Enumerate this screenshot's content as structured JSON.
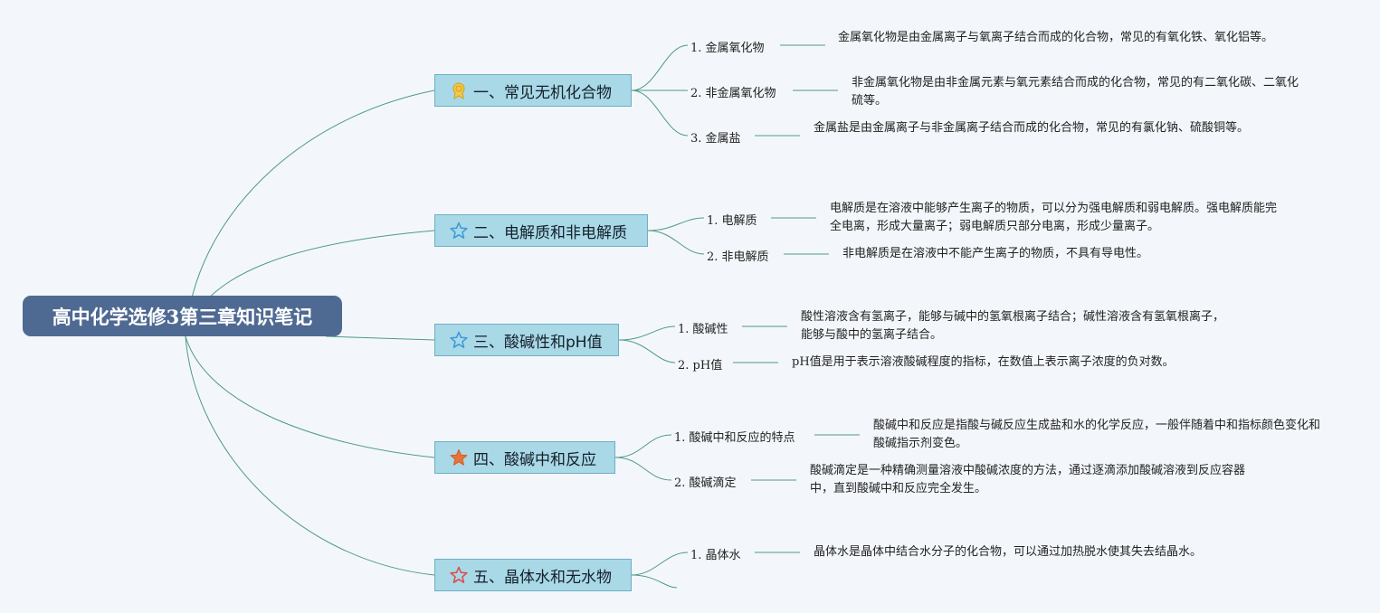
{
  "root": {
    "title": "高中化学选修3第三章知识笔记"
  },
  "branches": [
    {
      "title": "一、常见无机化合物",
      "icon": "medal-icon",
      "items": [
        {
          "label": "1. 金属氧化物",
          "desc": "金属氧化物是由金属离子与氧离子结合而成的化合物，常见的有氧化铁、氧化铝等。"
        },
        {
          "label": "2. 非金属氧化物",
          "desc": "非金属氧化物是由非金属元素与氧元素结合而成的化合物，常见的有二氧化碳、二氧化硫等。"
        },
        {
          "label": "3. 金属盐",
          "desc": "金属盐是由金属离子与非金属离子结合而成的化合物，常见的有氯化钠、硫酸铜等。"
        }
      ]
    },
    {
      "title": "二、电解质和非电解质",
      "icon": "star-outline-blue-icon",
      "items": [
        {
          "label": "1. 电解质",
          "desc": "电解质是在溶液中能够产生离子的物质，可以分为强电解质和弱电解质。强电解质能完全电离，形成大量离子；弱电解质只部分电离，形成少量离子。"
        },
        {
          "label": "2. 非电解质",
          "desc": "非电解质是在溶液中不能产生离子的物质，不具有导电性。"
        }
      ]
    },
    {
      "title": "三、酸碱性和pH值",
      "icon": "star-outline-blue-icon",
      "items": [
        {
          "label": "1. 酸碱性",
          "desc": "酸性溶液含有氢离子，能够与碱中的氢氧根离子结合；碱性溶液含有氢氧根离子，能够与酸中的氢离子结合。"
        },
        {
          "label": "2. pH值",
          "desc": "pH值是用于表示溶液酸碱程度的指标，在数值上表示离子浓度的负对数。"
        }
      ]
    },
    {
      "title": "四、酸碱中和反应",
      "icon": "star-filled-orange-icon",
      "items": [
        {
          "label": "1. 酸碱中和反应的特点",
          "desc": "酸碱中和反应是指酸与碱反应生成盐和水的化学反应，一般伴随着中和指标颜色变化和酸碱指示剂变色。"
        },
        {
          "label": "2. 酸碱滴定",
          "desc": "酸碱滴定是一种精确测量溶液中酸碱浓度的方法，通过逐滴添加酸碱溶液到反应容器中，直到酸碱中和反应完全发生。"
        }
      ]
    },
    {
      "title": "五、晶体水和无水物",
      "icon": "star-outline-red-icon",
      "items": [
        {
          "label": "1. 晶体水",
          "desc": "晶体水是晶体中结合水分子的化合物，可以通过加热脱水使其失去结晶水。"
        }
      ]
    }
  ],
  "colors": {
    "root_bg": "#4f6a92",
    "branch_bg": "#a9d8e6",
    "connector": "#4f9a86",
    "canvas_bg": "#f3f7fb"
  }
}
